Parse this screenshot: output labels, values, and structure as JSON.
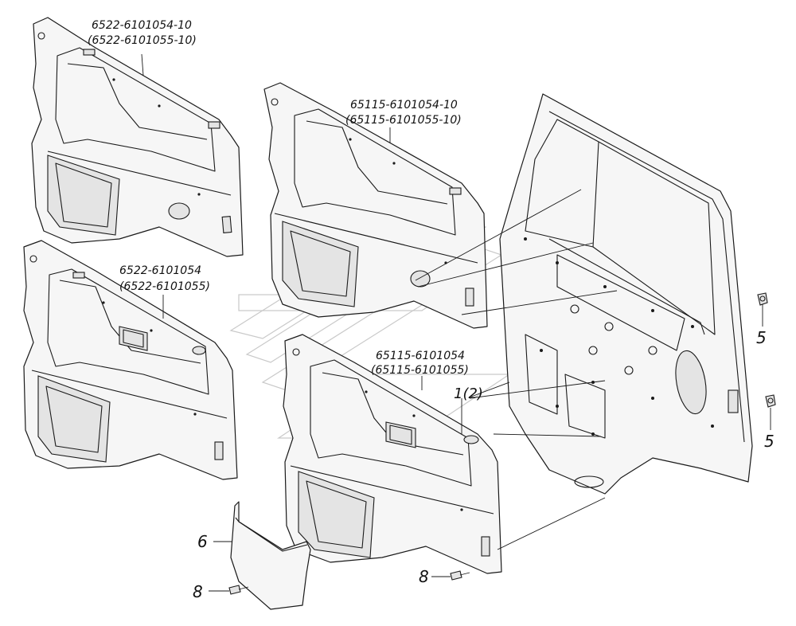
{
  "labels": {
    "panel_a_top": "6522-6101054-10",
    "panel_a_bottom": "(6522-6101055-10)",
    "panel_b_top": "6522-6101054",
    "panel_b_bottom": "(6522-6101055)",
    "panel_c_top": "65115-6101054-10",
    "panel_c_bottom": "(65115-6101055-10)",
    "panel_d_top": "65115-6101054",
    "panel_d_bottom": "(65115-6101055)",
    "door_ref": "1(2)",
    "clip_upper": "5",
    "clip_lower": "5",
    "pocket": "6",
    "screw_left": "8",
    "screw_right": "8"
  }
}
